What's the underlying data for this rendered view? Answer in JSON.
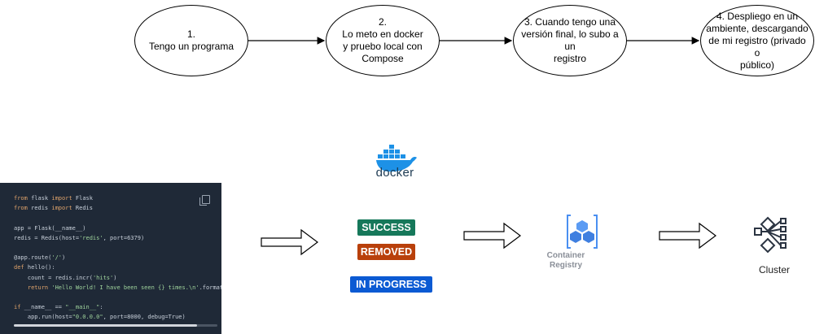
{
  "steps": [
    {
      "text": "1.\nTengo un programa"
    },
    {
      "text": "2.\nLo meto en docker\ny pruebo local con\nCompose"
    },
    {
      "text": "3. Cuando tengo una\nversión final, lo subo a un\nregistro"
    },
    {
      "text": "4. Despliego en un\nambiente, descargando\nde mi registro (privado o\npúblico)"
    }
  ],
  "code_lines": [
    "from flask import Flask",
    "from redis import Redis",
    "",
    "app = Flask(__name__)",
    "redis = Redis(host='redis', port=6379)",
    "",
    "@app.route('/')",
    "def hello():",
    "    count = redis.incr('hits')",
    "    return 'Hello World! I have been seen {} times.\\n'.format",
    "",
    "if __name__ == \"__main__\":",
    "    app.run(host=\"0.0.0.0\", port=8000, debug=True)"
  ],
  "docker": {
    "label": "docker",
    "icon": "docker-whale-icon",
    "color": "#1d91e6"
  },
  "badges": {
    "success": "SUCCESS",
    "removed": "REMOVED",
    "in_progress": "IN PROGRESS"
  },
  "registry": {
    "label": "Container\nRegistry",
    "icon": "container-registry-icon",
    "color": "#4a8ff1"
  },
  "cluster": {
    "label": "Cluster",
    "icon": "cluster-icon"
  },
  "colors": {
    "success": "#16785a",
    "removed": "#b9400b",
    "in_progress": "#0b5ad3",
    "code_bg": "#1f2937"
  }
}
